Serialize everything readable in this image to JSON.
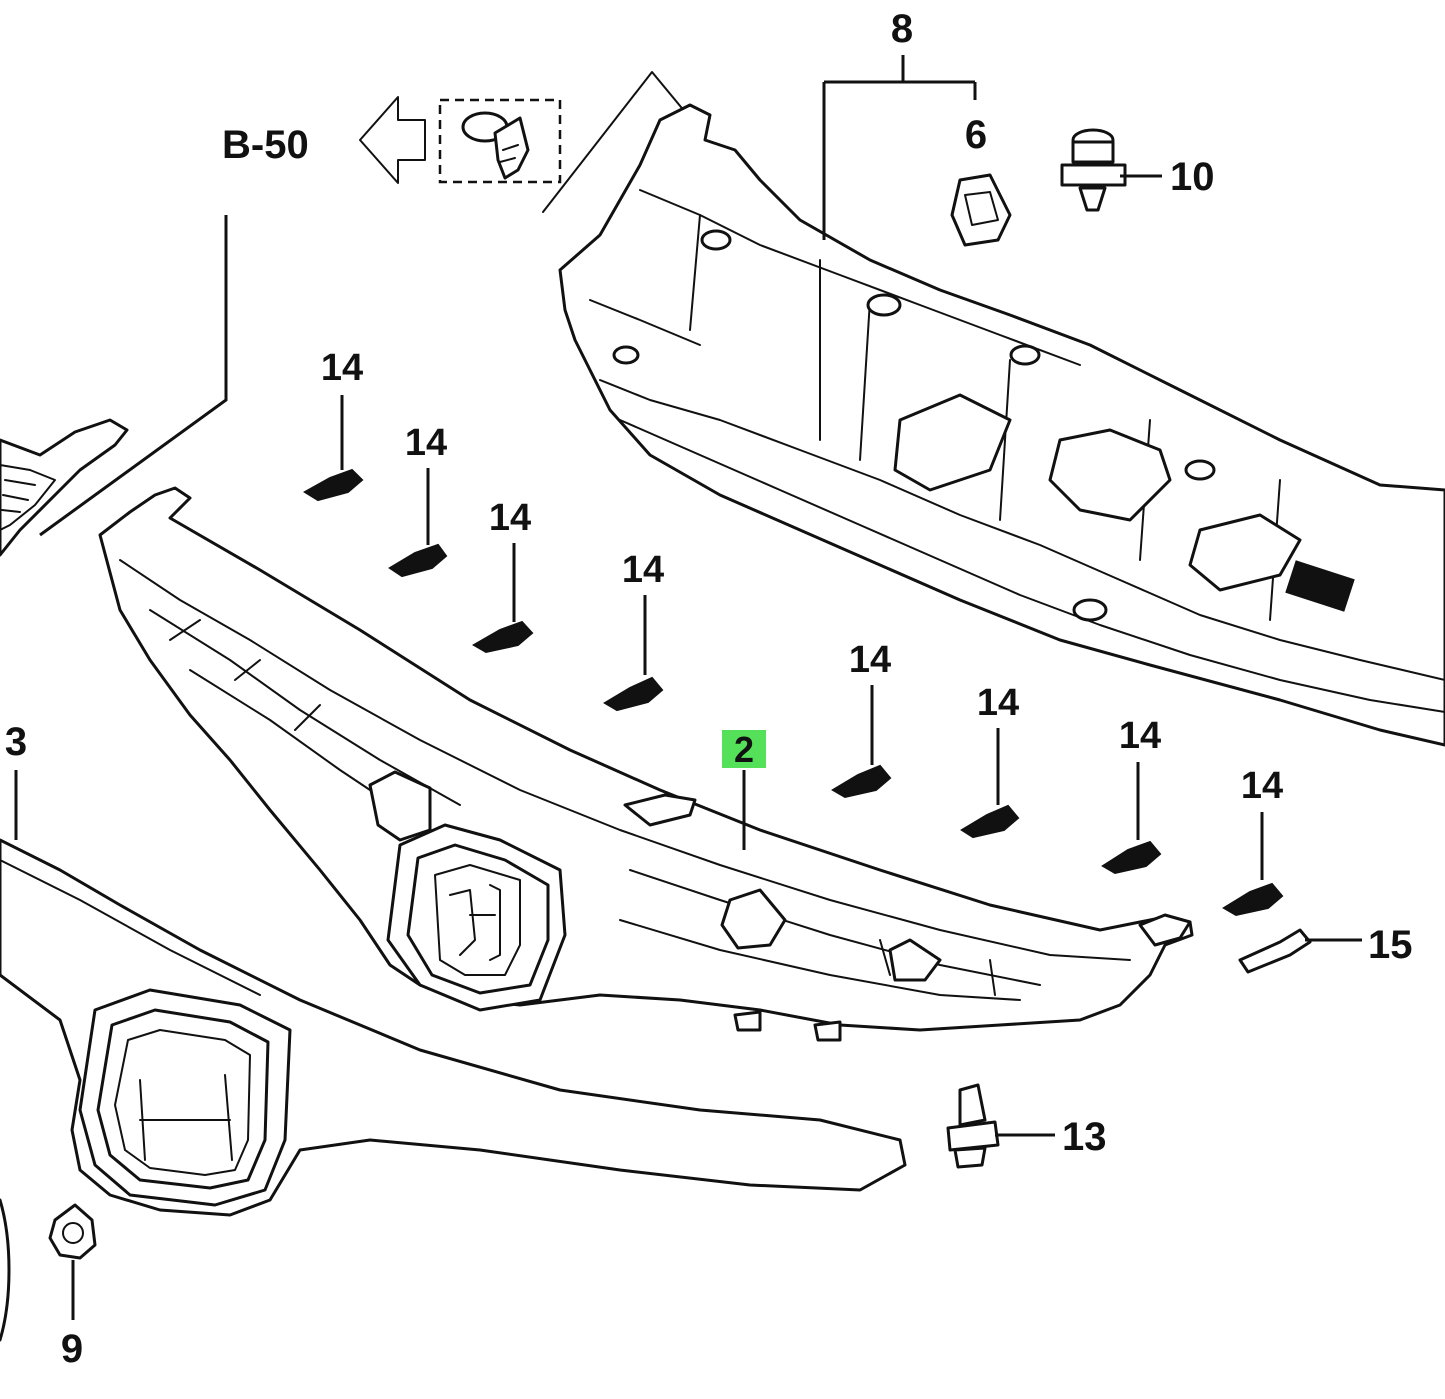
{
  "reference": {
    "text": "B-50"
  },
  "callouts": {
    "part_2": "2",
    "part_3": "3",
    "part_6": "6",
    "part_8": "8",
    "part_9": "9",
    "part_10": "10",
    "part_13": "13",
    "part_14": "14",
    "part_15": "15"
  },
  "colors": {
    "highlight": "#55e05a",
    "line": "#111111",
    "background": "#ffffff"
  }
}
